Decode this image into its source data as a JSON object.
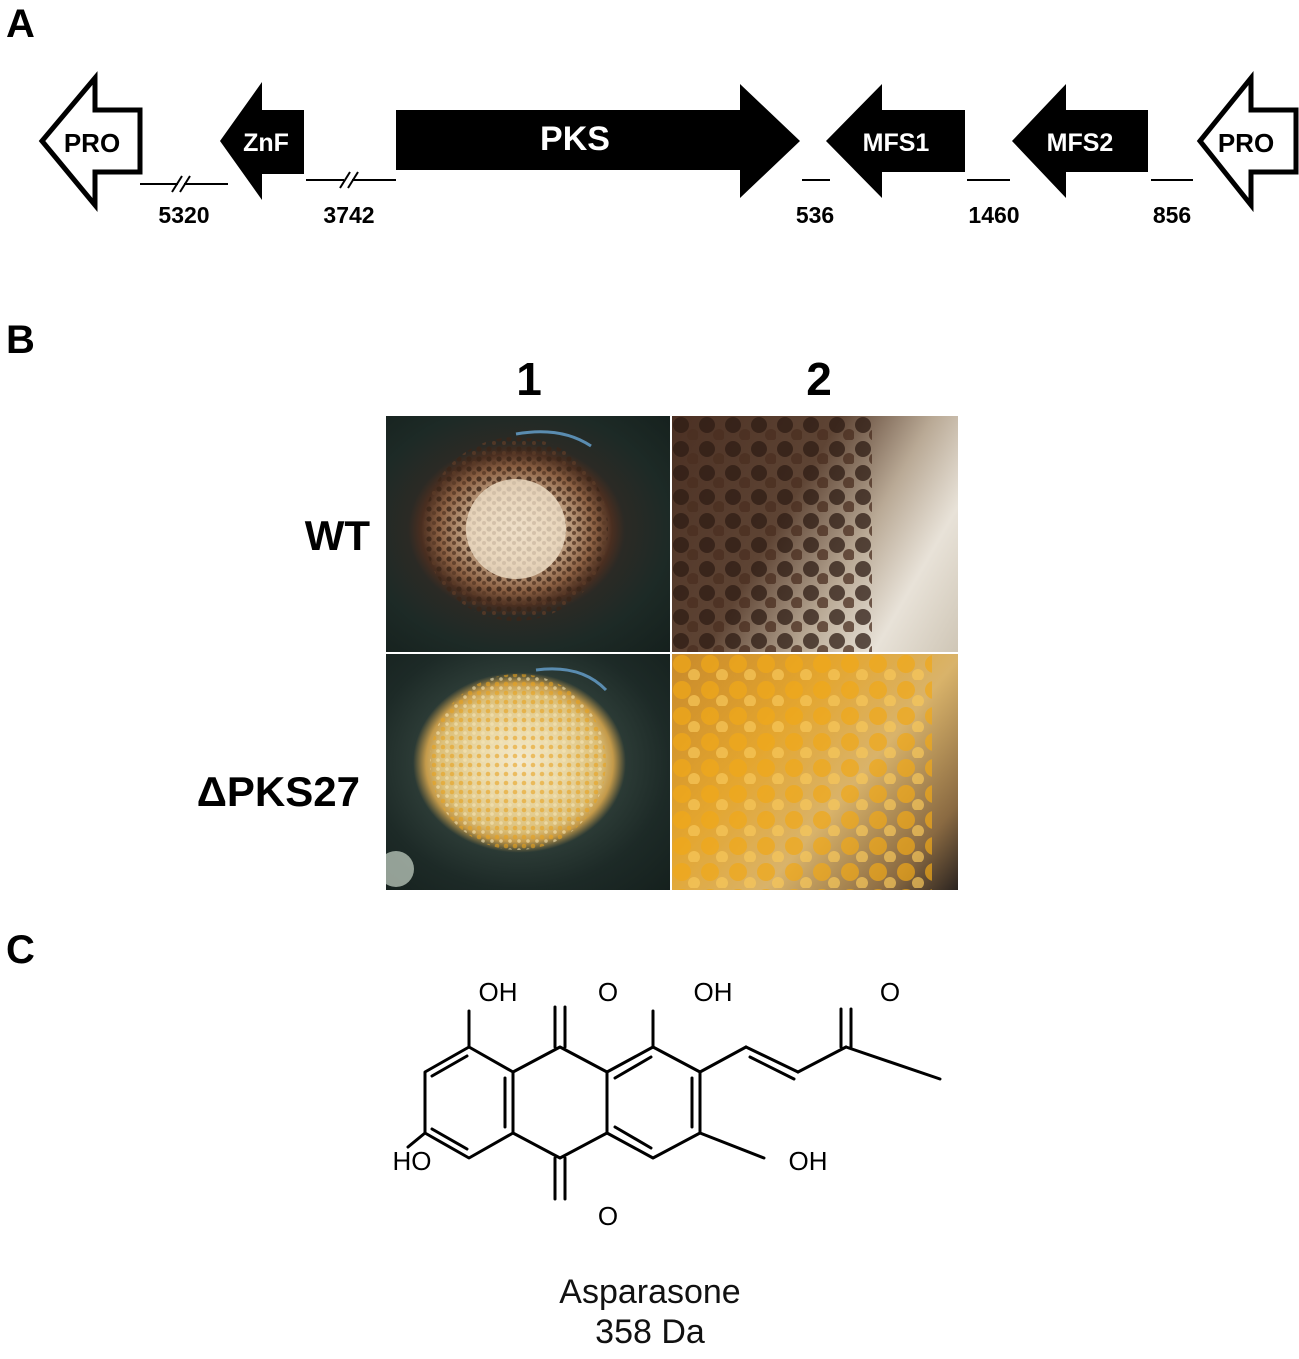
{
  "panels": {
    "a": "A",
    "b": "B",
    "c": "C"
  },
  "gene_cluster": {
    "genes": [
      {
        "label": "PRO",
        "direction": "left",
        "style": "outline"
      },
      {
        "label": "ZnF",
        "direction": "left",
        "style": "solid"
      },
      {
        "label": "PKS",
        "direction": "right",
        "style": "solid"
      },
      {
        "label": "MFS1",
        "direction": "left",
        "style": "solid"
      },
      {
        "label": "MFS2",
        "direction": "left",
        "style": "solid"
      },
      {
        "label": "PRO",
        "direction": "left",
        "style": "outline"
      }
    ],
    "gaps": [
      {
        "value": "5320",
        "break": true
      },
      {
        "value": "3742",
        "break": true
      },
      {
        "value": "536",
        "break": false
      },
      {
        "value": "1460",
        "break": false
      },
      {
        "value": "856",
        "break": false
      }
    ]
  },
  "colonies": {
    "columns": [
      "1",
      "2"
    ],
    "rows": [
      "WT",
      "ΔPKS27"
    ],
    "colors": {
      "wt_spore": "#3a2518",
      "mutant_spore": "#e8a21e",
      "background": "#1c2a26"
    }
  },
  "compound": {
    "labels": {
      "oh1": "OH",
      "o_top": "O",
      "oh2": "OH",
      "o_ketone": "O",
      "ho_left": "HO",
      "oh_right": "OH",
      "o_bottom": "O"
    },
    "name": "Asparasone",
    "mass": "358 Da"
  }
}
